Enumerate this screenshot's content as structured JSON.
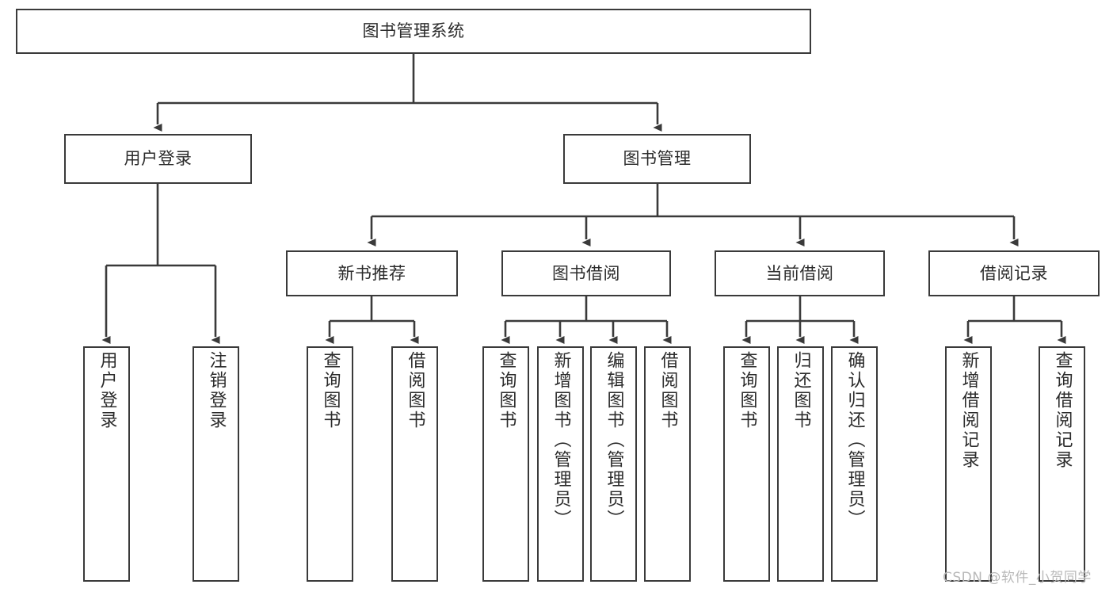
{
  "diagram": {
    "type": "tree-hierarchy-chart",
    "title": "图书管理系统",
    "watermark": "CSDN @软件_小贺同学",
    "colors": {
      "box_border": "#3a3a3a",
      "box_fill": "#ffffff",
      "connector": "#3a3a3a",
      "text": "#2b2b2b",
      "watermark": "#b9b9b9",
      "background": "#ffffff"
    },
    "nodes": {
      "root": {
        "label": "图书管理系统"
      },
      "level2": [
        {
          "id": "user-login",
          "label": "用户登录"
        },
        {
          "id": "book-management",
          "label": "图书管理"
        }
      ],
      "level3": [
        {
          "id": "new-book-recommend",
          "label": "新书推荐"
        },
        {
          "id": "book-borrow",
          "label": "图书借阅"
        },
        {
          "id": "current-borrow",
          "label": "当前借阅"
        },
        {
          "id": "borrow-record",
          "label": "借阅记录"
        }
      ],
      "leaves": {
        "user_login": [
          {
            "id": "leaf-user-login",
            "label": "用户登录"
          },
          {
            "id": "leaf-logout-login",
            "label": "注销登录"
          }
        ],
        "new_book_recommend": [
          {
            "id": "leaf-query-book-1",
            "label": "查询图书"
          },
          {
            "id": "leaf-borrow-book-1",
            "label": "借阅图书"
          }
        ],
        "book_borrow": [
          {
            "id": "leaf-query-book-2",
            "label": "查询图书"
          },
          {
            "id": "leaf-add-book",
            "label": "新增图书（管理员）"
          },
          {
            "id": "leaf-edit-book",
            "label": "编辑图书（管理员）"
          },
          {
            "id": "leaf-borrow-book-2",
            "label": "借阅图书"
          }
        ],
        "current_borrow": [
          {
            "id": "leaf-query-book-3",
            "label": "查询图书"
          },
          {
            "id": "leaf-return-book",
            "label": "归还图书"
          },
          {
            "id": "leaf-confirm-return",
            "label": "确认归还（管理员）"
          }
        ],
        "borrow_record": [
          {
            "id": "leaf-add-borrow-record",
            "label": "新增借阅记录"
          },
          {
            "id": "leaf-query-borrow-record",
            "label": "查询借阅记录"
          }
        ]
      }
    }
  }
}
